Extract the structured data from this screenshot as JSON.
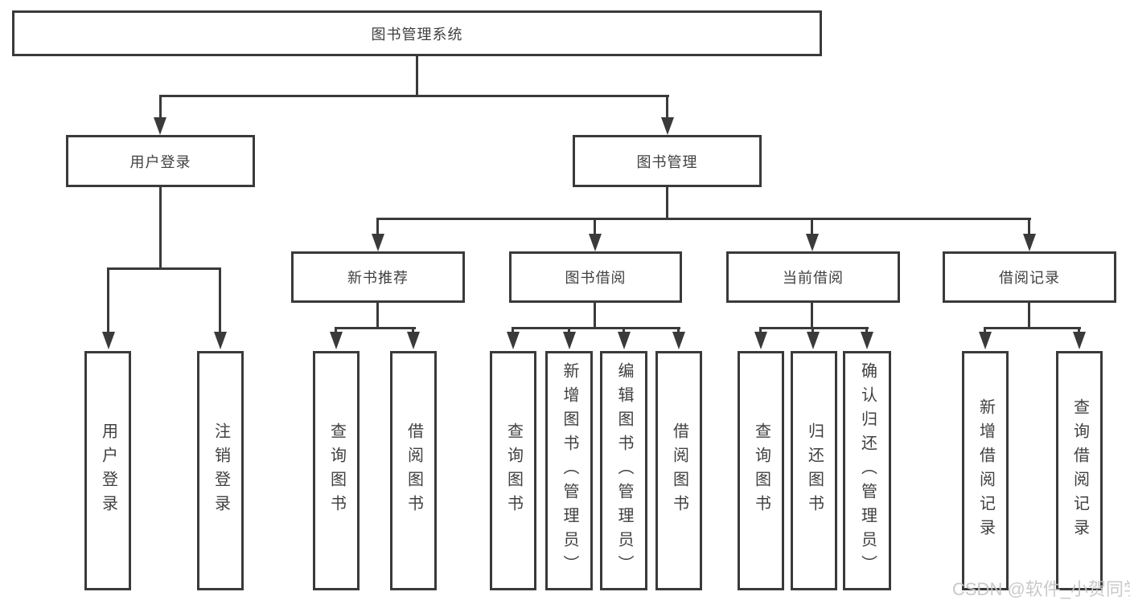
{
  "diagram": {
    "root": {
      "label": "图书管理系统"
    },
    "branches": [
      {
        "label": "用户登录",
        "children": [
          {
            "label": "用户登录"
          },
          {
            "label": "注销登录"
          }
        ]
      },
      {
        "label": "图书管理",
        "children": [
          {
            "label": "新书推荐",
            "children": [
              {
                "label": "查询图书"
              },
              {
                "label": "借阅图书"
              }
            ]
          },
          {
            "label": "图书借阅",
            "children": [
              {
                "label": "查询图书"
              },
              {
                "label": "新增图书（管理员）"
              },
              {
                "label": "编辑图书（管理员）"
              },
              {
                "label": "借阅图书"
              }
            ]
          },
          {
            "label": "当前借阅",
            "children": [
              {
                "label": "查询图书"
              },
              {
                "label": "归还图书"
              },
              {
                "label": "确认归还（管理员）"
              }
            ]
          },
          {
            "label": "借阅记录",
            "children": [
              {
                "label": "新增借阅记录"
              },
              {
                "label": "查询借阅记录"
              }
            ]
          }
        ]
      }
    ]
  },
  "watermark": {
    "text": "CSDN @软件_小贺同学"
  },
  "colors": {
    "line": "#3a3a3a",
    "text": "#404040",
    "background": "#ffffff",
    "watermark": "#c6c6c6"
  }
}
